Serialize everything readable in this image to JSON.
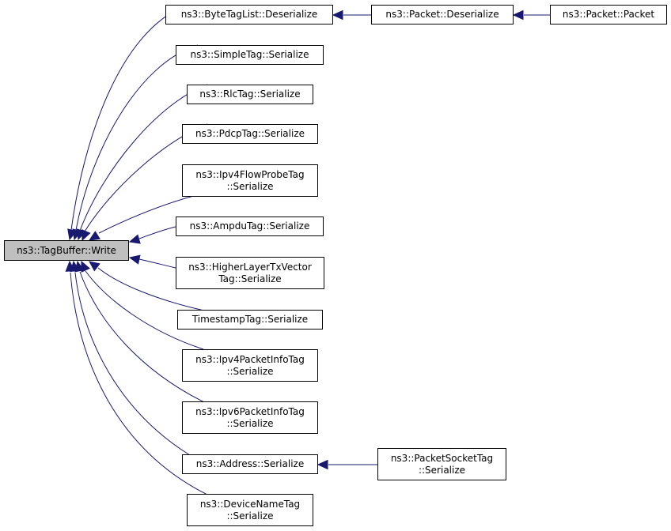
{
  "graph": {
    "edge_color": "#191970",
    "root_fill": "#bfbfbf",
    "nodes": {
      "root": {
        "lines": [
          "ns3::TagBuffer::Write"
        ]
      },
      "byte_tag_list_deserialize": {
        "lines": [
          "ns3::ByteTagList::Deserialize"
        ]
      },
      "packet_deserialize": {
        "lines": [
          "ns3::Packet::Deserialize"
        ]
      },
      "packet_packet": {
        "lines": [
          "ns3::Packet::Packet"
        ]
      },
      "simple_tag_serialize": {
        "lines": [
          "ns3::SimpleTag::Serialize"
        ]
      },
      "rlc_tag_serialize": {
        "lines": [
          "ns3::RlcTag::Serialize"
        ]
      },
      "pdcp_tag_serialize": {
        "lines": [
          "ns3::PdcpTag::Serialize"
        ]
      },
      "ipv4_flow_probe_tag_serialize": {
        "lines": [
          "ns3::Ipv4FlowProbeTag",
          "::Serialize"
        ]
      },
      "ampdu_tag_serialize": {
        "lines": [
          "ns3::AmpduTag::Serialize"
        ]
      },
      "higher_layer_tx_vector_tag_serialize": {
        "lines": [
          "ns3::HigherLayerTxVector",
          "Tag::Serialize"
        ]
      },
      "timestamp_tag_serialize": {
        "lines": [
          "TimestampTag::Serialize"
        ]
      },
      "ipv4_packet_info_tag_serialize": {
        "lines": [
          "ns3::Ipv4PacketInfoTag",
          "::Serialize"
        ]
      },
      "ipv6_packet_info_tag_serialize": {
        "lines": [
          "ns3::Ipv6PacketInfoTag",
          "::Serialize"
        ]
      },
      "address_serialize": {
        "lines": [
          "ns3::Address::Serialize"
        ]
      },
      "packet_socket_tag_serialize": {
        "lines": [
          "ns3::PacketSocketTag",
          "::Serialize"
        ]
      },
      "device_name_tag_serialize": {
        "lines": [
          "ns3::DeviceNameTag",
          "::Serialize"
        ]
      }
    }
  }
}
